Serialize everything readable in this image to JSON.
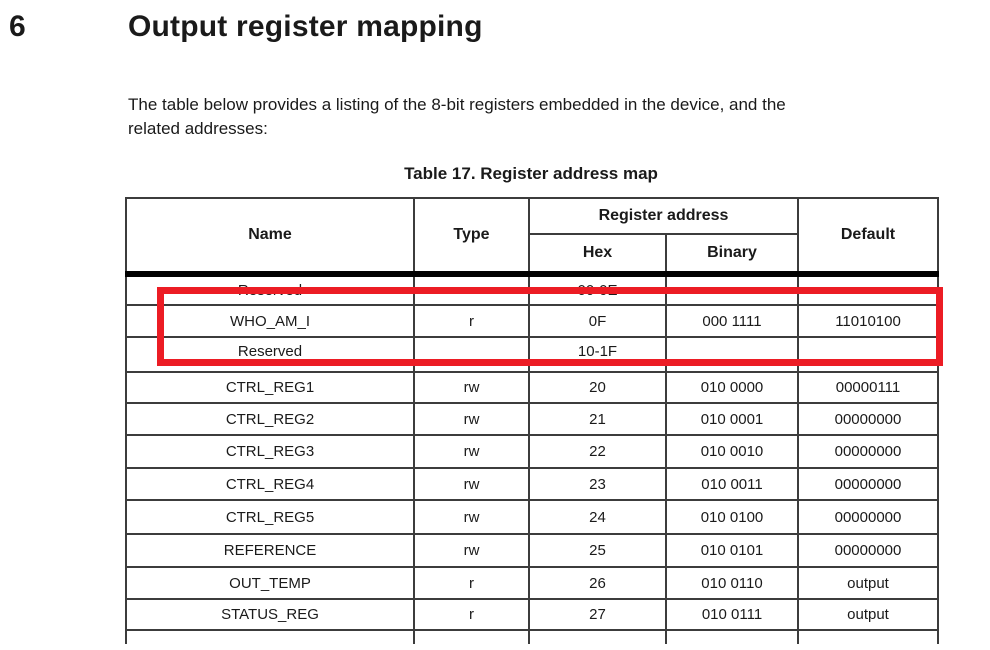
{
  "page": {
    "section_number": "6",
    "section_title": "Output register mapping",
    "intro_line1": "The table below provides a listing of the 8-bit registers embedded in the device, and the",
    "intro_line2": "related addresses:"
  },
  "table": {
    "caption": "Table 17. Register address map",
    "columns": {
      "name": "Name",
      "type": "Type",
      "register_address": "Register address",
      "hex": "Hex",
      "binary": "Binary",
      "default": "Default"
    },
    "rows": [
      {
        "name": "Reserved",
        "type": "-",
        "hex": "00-0E",
        "binary": "-",
        "default": "-"
      },
      {
        "name": "WHO_AM_I",
        "type": "r",
        "hex": "0F",
        "binary": "000 1111",
        "default": "11010100"
      },
      {
        "name": "Reserved",
        "type": "",
        "hex": "10-1F",
        "binary": "",
        "default": ""
      },
      {
        "name": "CTRL_REG1",
        "type": "rw",
        "hex": "20",
        "binary": "010 0000",
        "default": "00000111"
      },
      {
        "name": "CTRL_REG2",
        "type": "rw",
        "hex": "21",
        "binary": "010 0001",
        "default": "00000000"
      },
      {
        "name": "CTRL_REG3",
        "type": "rw",
        "hex": "22",
        "binary": "010 0010",
        "default": "00000000"
      },
      {
        "name": "CTRL_REG4",
        "type": "rw",
        "hex": "23",
        "binary": "010 0011",
        "default": "00000000"
      },
      {
        "name": "CTRL_REG5",
        "type": "rw",
        "hex": "24",
        "binary": "010 0100",
        "default": "00000000"
      },
      {
        "name": "REFERENCE",
        "type": "rw",
        "hex": "25",
        "binary": "010 0101",
        "default": "00000000"
      },
      {
        "name": "OUT_TEMP",
        "type": "r",
        "hex": "26",
        "binary": "010 0110",
        "default": "output"
      },
      {
        "name": "STATUS_REG",
        "type": "r",
        "hex": "27",
        "binary": "010 0111",
        "default": "output"
      }
    ]
  },
  "annotation": {
    "type": "highlight-rectangle",
    "color": "#ec1c24",
    "highlighted_row": "WHO_AM_I"
  }
}
